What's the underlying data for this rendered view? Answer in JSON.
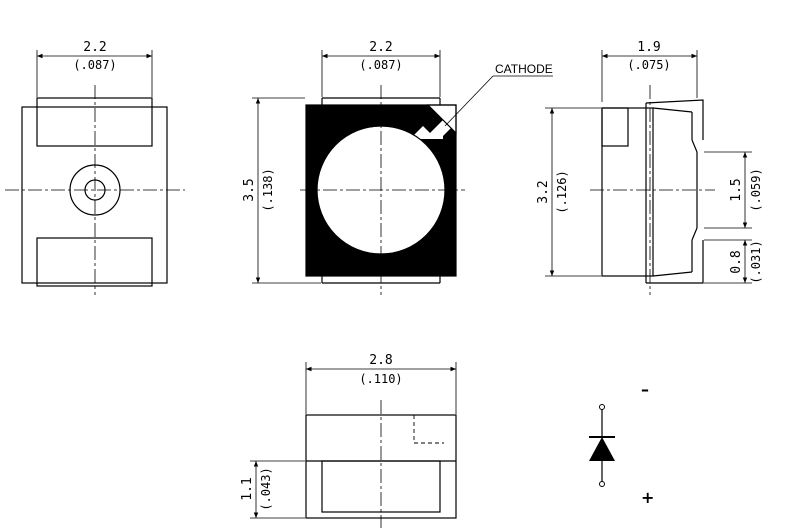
{
  "labels": {
    "cathode": "CATHODE",
    "minus": "–",
    "plus": "+"
  },
  "dimensions": {
    "top_width": {
      "mm": "2.2",
      "inch": "(.087)"
    },
    "front_width": {
      "mm": "2.2",
      "inch": "(.087)"
    },
    "side_width": {
      "mm": "1.9",
      "inch": "(.075)"
    },
    "front_height": {
      "mm": "3.5",
      "inch": "(.138)"
    },
    "side_height": {
      "mm": "3.2",
      "inch": "(.126)"
    },
    "pad_spacing": {
      "mm": "1.5",
      "inch": "(.059)"
    },
    "pad_height": {
      "mm": "0.8",
      "inch": "(.031)"
    },
    "bottom_width": {
      "mm": "2.8",
      "inch": "(.110)"
    },
    "bottom_height": {
      "mm": "1.1",
      "inch": "(.043)"
    }
  },
  "colors": {
    "ink": "#000000",
    "paper": "#ffffff"
  }
}
